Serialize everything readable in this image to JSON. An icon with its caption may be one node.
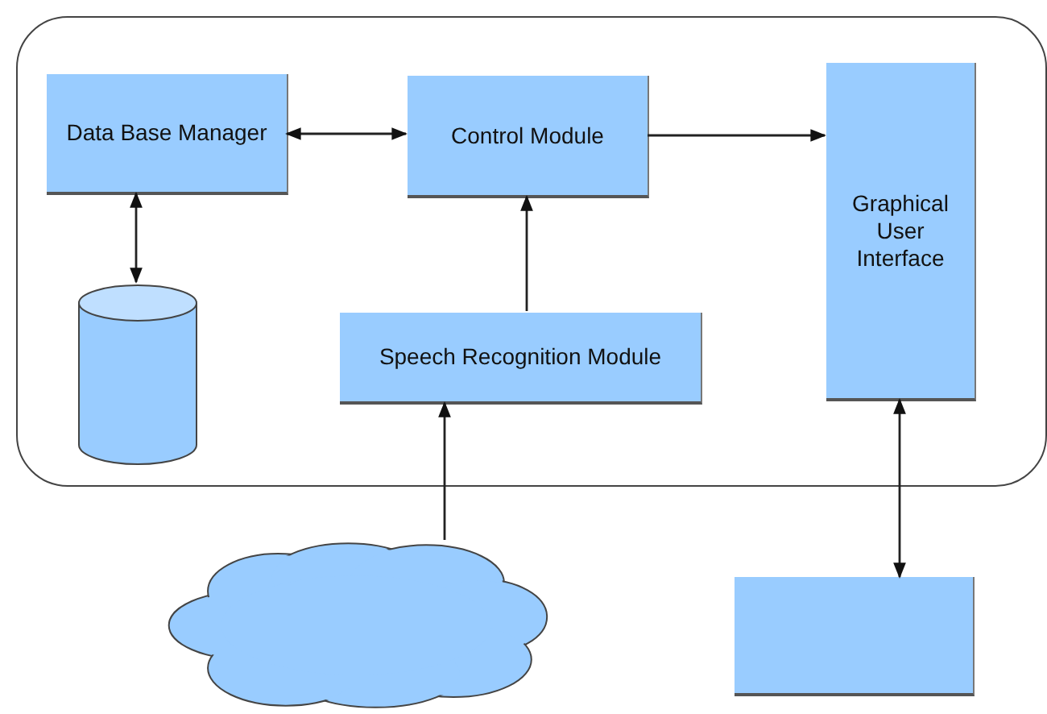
{
  "diagram": {
    "nodes": [
      {
        "text": [],
        "shape": "box"
      },
      {
        "text": [
          "Data Base Manager"
        ],
        "in": 0
      },
      {
        "text": [
          "Control Module"
        ],
        "in": 0
      },
      {
        "text": [
          "Graphical User Interface"
        ],
        "in": 0
      },
      {
        "text": [],
        "shape": "cylinder",
        "in": 0
      },
      {
        "text": [
          "Speech Recognition Module"
        ],
        "in": 0
      },
      {
        "text": [],
        "shape": "cloud"
      },
      {
        "text": [],
        "shape": "box"
      }
    ],
    "edges": [
      {
        "from": 1,
        "to": 2,
        "arrow": "both"
      },
      {
        "from": 1,
        "to": 4,
        "arrow": "both"
      },
      {
        "from": 5,
        "to": 2,
        "arrow": "to"
      },
      {
        "from": 2,
        "to": 3,
        "arrow": "to"
      },
      {
        "from": 6,
        "to": 5,
        "arrow": "to"
      },
      {
        "from": 7,
        "to": 3,
        "arrow": "both"
      }
    ]
  }
}
